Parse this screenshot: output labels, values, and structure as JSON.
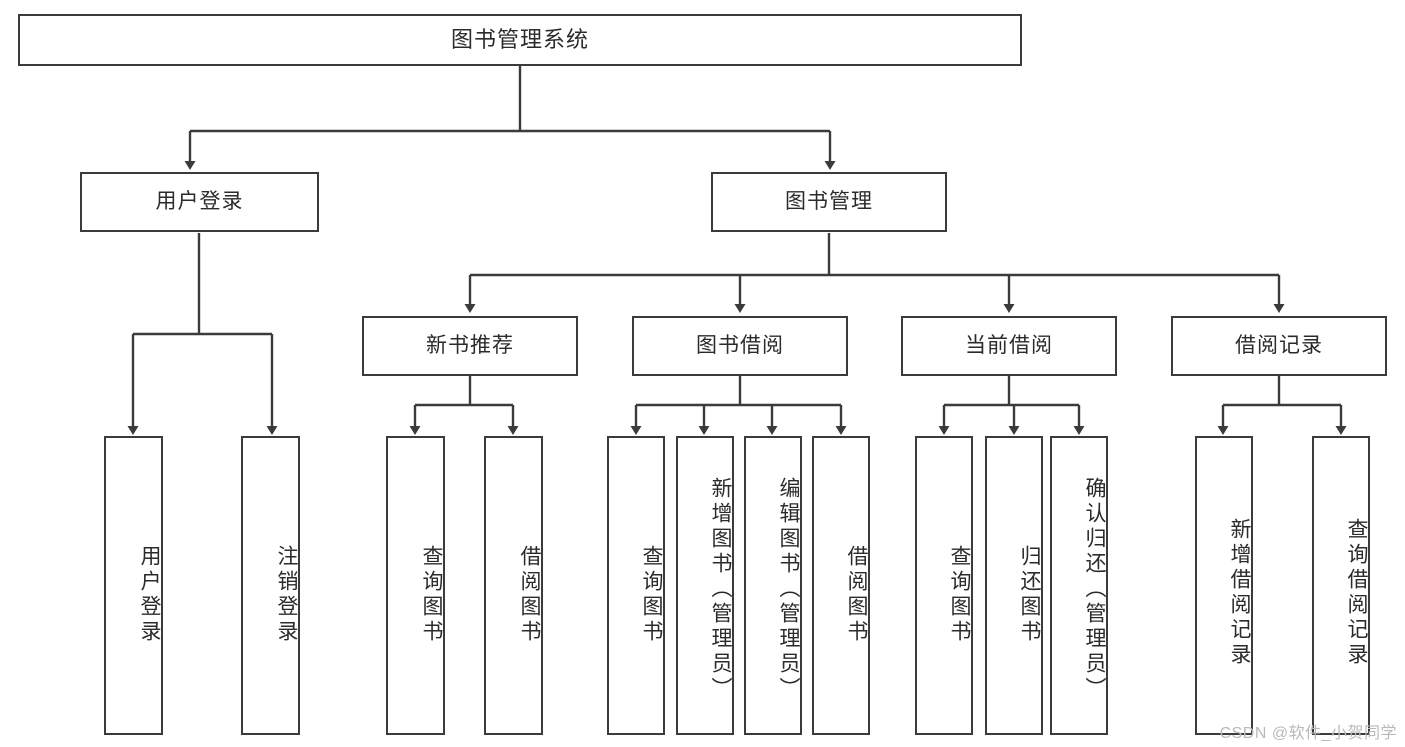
{
  "diagram": {
    "title": "图书管理系统",
    "type": "functional-hierarchy-tree",
    "root": {
      "label": "图书管理系统"
    },
    "level1": [
      {
        "id": "user-login",
        "label": "用户登录"
      },
      {
        "id": "book-management",
        "label": "图书管理"
      }
    ],
    "level2": [
      {
        "id": "new-book-recommend",
        "label": "新书推荐",
        "parent": "book-management"
      },
      {
        "id": "book-borrow",
        "label": "图书借阅",
        "parent": "book-management"
      },
      {
        "id": "current-borrow",
        "label": "当前借阅",
        "parent": "book-management"
      },
      {
        "id": "borrow-record",
        "label": "借阅记录",
        "parent": "book-management"
      }
    ],
    "leaves": {
      "user-login": [
        {
          "id": "leaf-user-login",
          "label": "用户登录"
        },
        {
          "id": "leaf-logout-login",
          "label": "注销登录"
        }
      ],
      "new-book-recommend": [
        {
          "id": "leaf-query-book-1",
          "label": "查询图书"
        },
        {
          "id": "leaf-borrow-book-1",
          "label": "借阅图书"
        }
      ],
      "book-borrow": [
        {
          "id": "leaf-query-book-2",
          "label": "查询图书"
        },
        {
          "id": "leaf-add-book",
          "label": "新增图书（管理员）"
        },
        {
          "id": "leaf-edit-book",
          "label": "编辑图书（管理员）"
        },
        {
          "id": "leaf-borrow-book-2",
          "label": "借阅图书"
        }
      ],
      "current-borrow": [
        {
          "id": "leaf-query-book-3",
          "label": "查询图书"
        },
        {
          "id": "leaf-return-book",
          "label": "归还图书"
        },
        {
          "id": "leaf-confirm-return",
          "label": "确认归还（管理员）"
        }
      ],
      "borrow-record": [
        {
          "id": "leaf-add-record",
          "label": "新增借阅记录"
        },
        {
          "id": "leaf-query-record",
          "label": "查询借阅记录"
        }
      ]
    }
  },
  "watermark": {
    "text": "CSDN @软件_小贺同学"
  },
  "colors": {
    "stroke": "#3b3b3b",
    "background": "#ffffff",
    "text": "#2b2b2b",
    "watermark": "#b9b9b9"
  }
}
